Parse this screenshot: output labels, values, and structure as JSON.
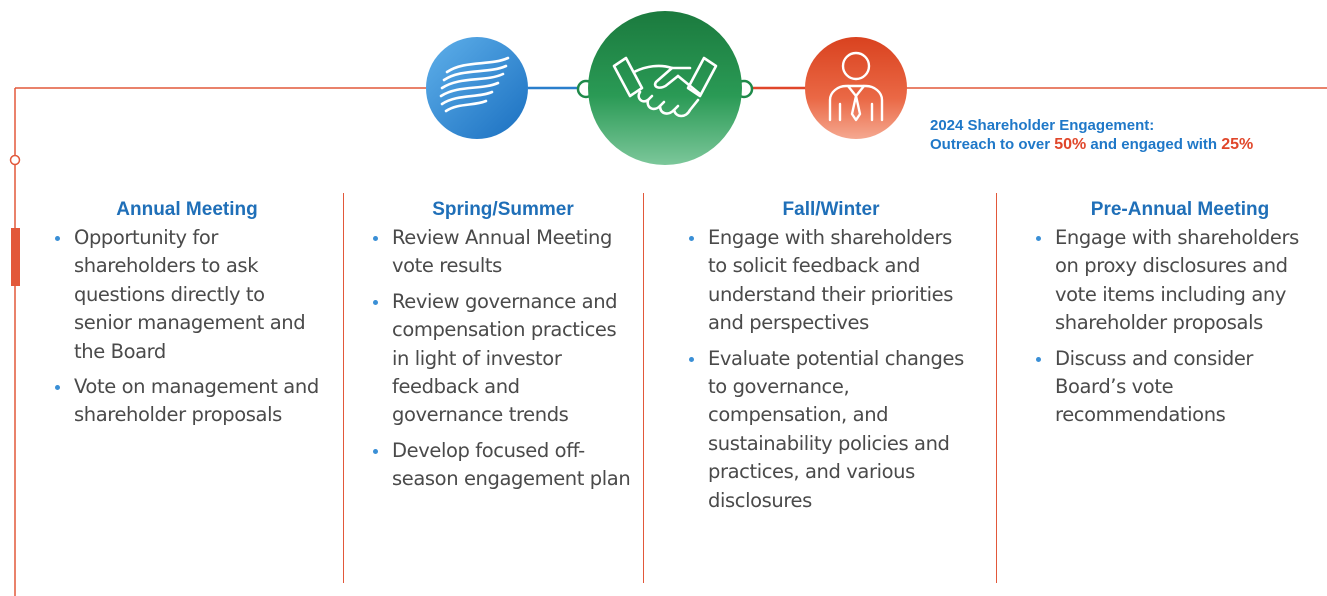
{
  "callout": {
    "line1": "2024 Shareholder Engagement:",
    "line2_prefix": "Outreach to over ",
    "pct_outreach": "50%",
    "line2_middle": " and engaged with ",
    "pct_engaged": "25%"
  },
  "icons": [
    "waves-logo-icon",
    "handshake-icon",
    "person-tie-icon"
  ],
  "colors": {
    "blue": "#1f78c8",
    "green": "#1f8a4a",
    "orange": "#e0462a",
    "timeline": "#e2583a",
    "text": "#4a4a4a"
  },
  "columns": [
    {
      "title": "Annual Meeting",
      "bullets": [
        "Opportunity for shareholders to ask questions directly to senior management and the Board",
        "Vote on management and shareholder proposals"
      ]
    },
    {
      "title": "Spring/Summer",
      "bullets": [
        "Review Annual Meeting vote results",
        "Review governance and compensation practices in light of investor feedback and governance trends",
        "Develop focused off-season engagement plan"
      ]
    },
    {
      "title": "Fall/Winter",
      "bullets": [
        "Engage with shareholders to solicit feedback and understand their priorities and perspectives",
        "Evaluate potential changes to governance, compensation, and sustainability policies and practices, and various disclosures"
      ]
    },
    {
      "title": "Pre-Annual Meeting",
      "bullets": [
        "Engage with shareholders on proxy disclosures and vote items including any shareholder proposals",
        "Discuss and consider Board’s vote recommendations"
      ]
    }
  ]
}
